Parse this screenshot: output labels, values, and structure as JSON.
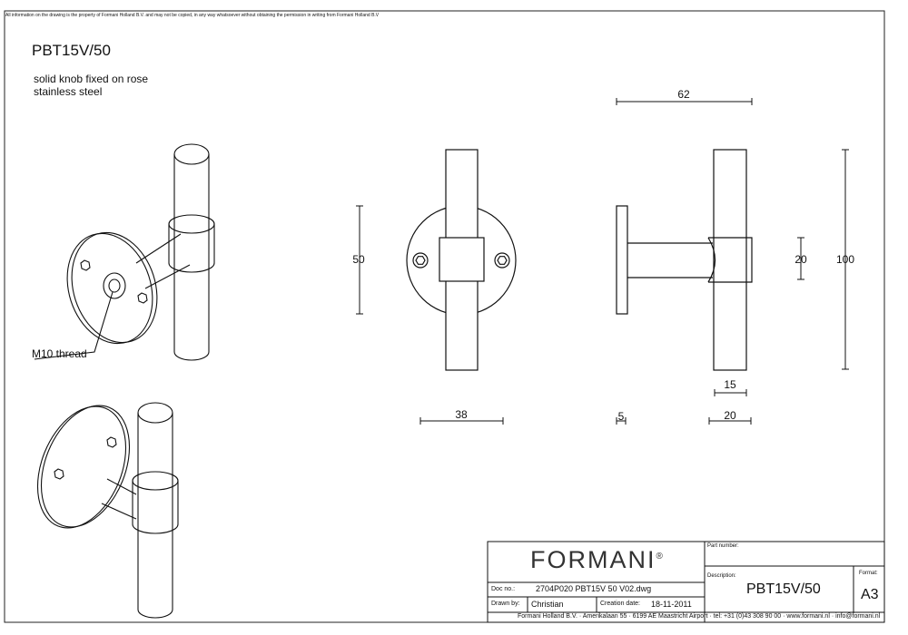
{
  "header": {
    "notice": "All information on the drawing is the property of Formani Holland B.V. and may not be copied, in any way whatsoever without obtaining the permission in writing from Formani Holland B.V"
  },
  "product": {
    "code": "PBT15V/50",
    "description_line1": "solid knob fixed on rose",
    "description_line2": "stainless steel"
  },
  "callouts": {
    "thread": "M10 thread"
  },
  "dimensions": {
    "top_width": "62",
    "rose_height": "50",
    "sleeve_height": "20",
    "overall_height": "100",
    "sleeve_width": "15",
    "rose_diameter": "38",
    "rose_thickness": "5",
    "bar_diameter": "20"
  },
  "title_block": {
    "brand": "FORMANI",
    "brand_mark": "®",
    "part_number_label": "Part number:",
    "description_label": "Description:",
    "description_value": "PBT15V/50",
    "format_label": "Format:",
    "format_value": "A3",
    "doc_no_label": "Doc no.:",
    "doc_no_value": "2704P020 PBT15V 50 V02.dwg",
    "drawn_by_label": "Drawn by:",
    "drawn_by_value": "Christian",
    "creation_date_label": "Creation date:",
    "creation_date_value": "18-11-2011",
    "footer": "Formani Holland B.V. · Amerikalaan 55 · 6199 AE Maastricht Airport · tel: +31 (0)43 308 90 00 · www.formani.nl · info@formani.nl"
  }
}
